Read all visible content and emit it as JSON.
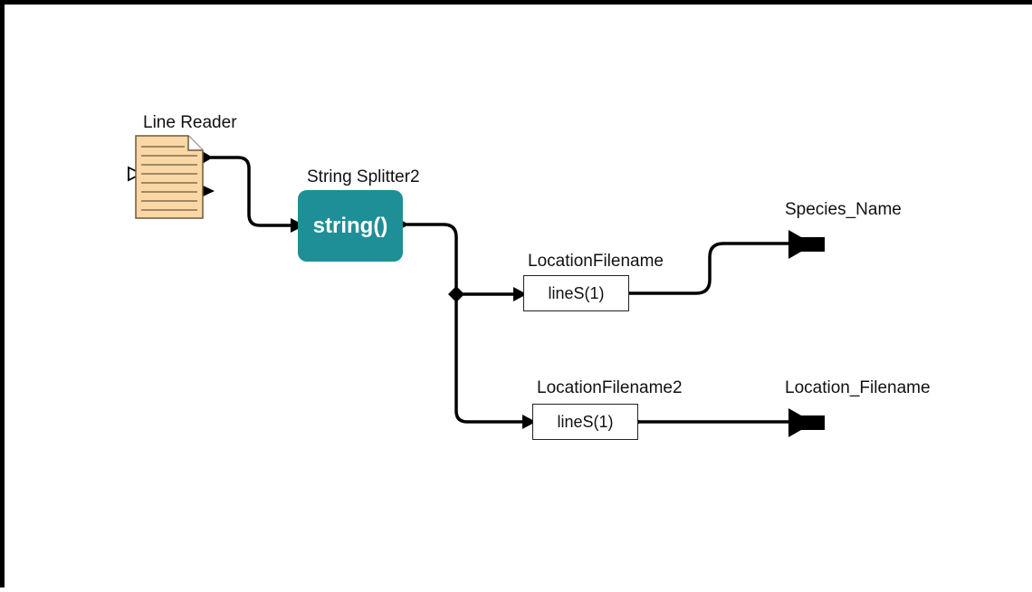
{
  "actors": {
    "line_reader": {
      "label": "Line Reader"
    },
    "string_splitter": {
      "label": "String Splitter2",
      "body": "string()",
      "color": "#1e8f96"
    },
    "location_filename": {
      "label": "LocationFilename",
      "body": "lineS(1)"
    },
    "location_filename2": {
      "label": "LocationFilename2",
      "body": "lineS(1)"
    }
  },
  "outputs": {
    "species_name": {
      "label": "Species_Name"
    },
    "location_filename": {
      "label": "Location_Filename"
    }
  },
  "icons": {
    "line_reader": "document-icon",
    "output_port": "output-port-icon",
    "relation": "relation-diamond-icon"
  }
}
